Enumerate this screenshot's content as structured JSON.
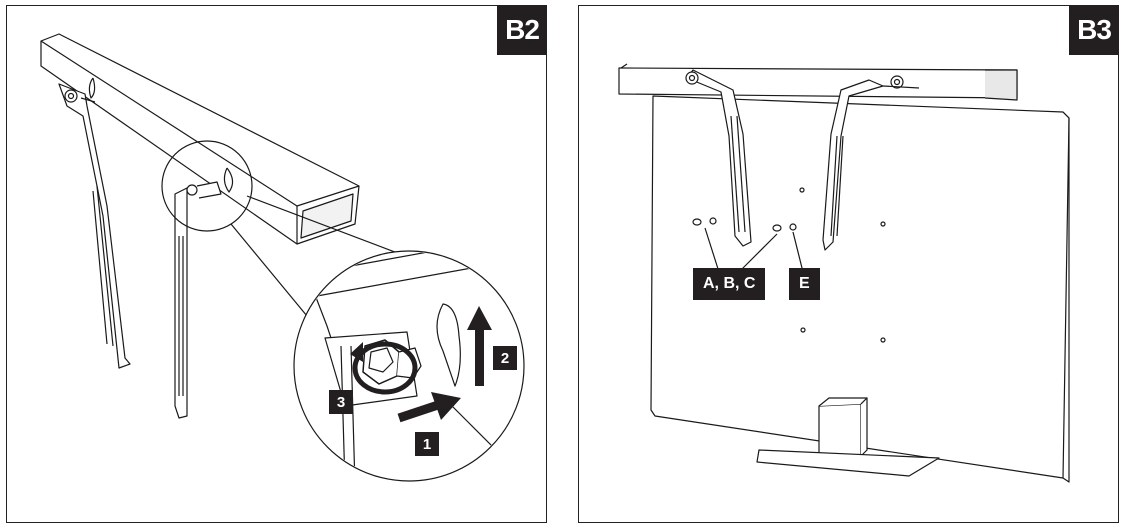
{
  "panels": {
    "left": {
      "tag": "B2",
      "steps": [
        "1",
        "2",
        "3"
      ]
    },
    "right": {
      "tag": "B3",
      "labels": {
        "screws": "A, B, C",
        "washer": "E"
      }
    }
  },
  "colors": {
    "ink": "#231f20",
    "line": "#1a1a1a",
    "paper": "#ffffff"
  },
  "icons": [
    "arrow-icon",
    "rotate-arrow-icon"
  ]
}
